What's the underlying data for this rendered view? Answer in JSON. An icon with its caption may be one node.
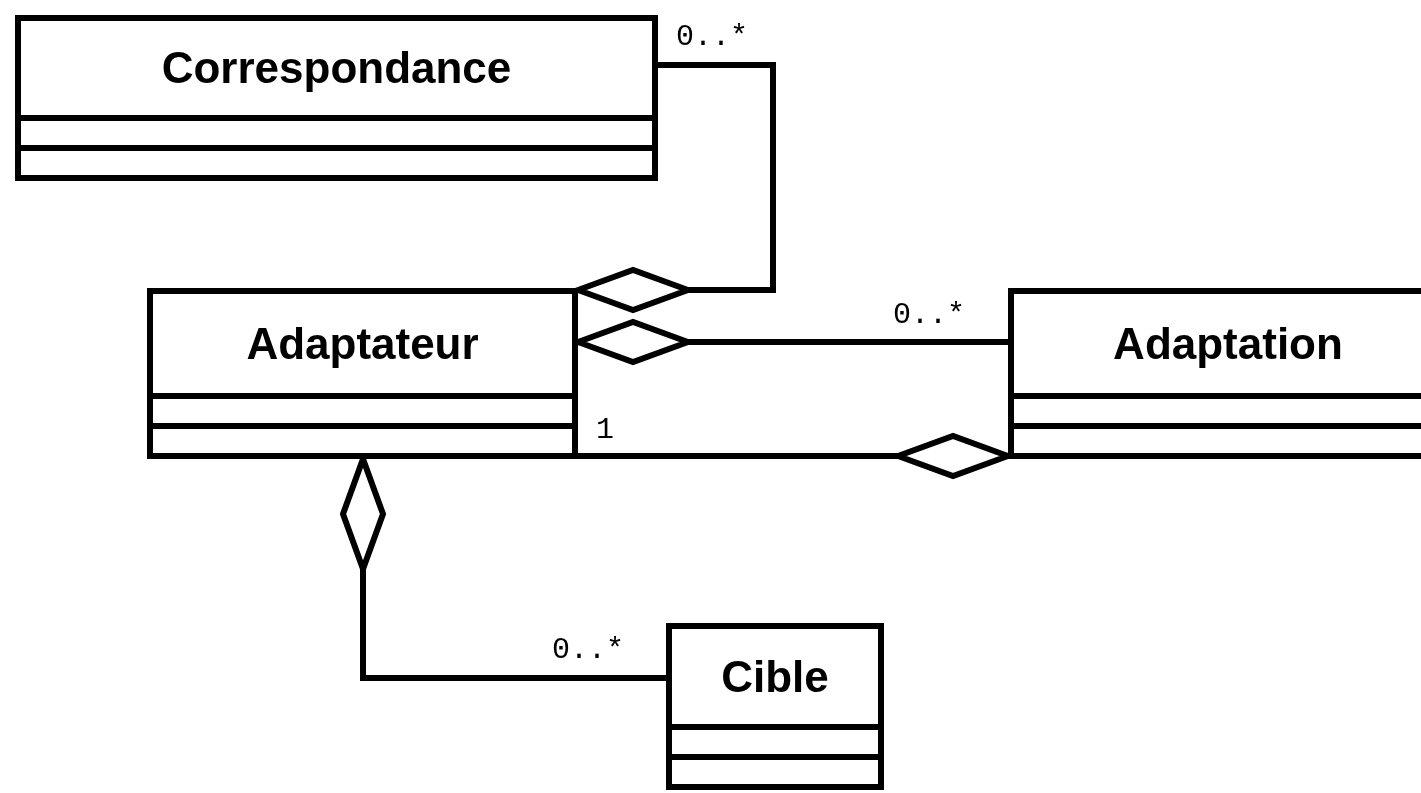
{
  "diagram": {
    "nodes": [
      {
        "text": [
          "Correspondance"
        ]
      },
      {
        "text": [
          "Adaptateur"
        ]
      },
      {
        "text": [
          "Adaptation"
        ]
      },
      {
        "text": [
          "Cible"
        ]
      }
    ],
    "edges": [
      {
        "from": 0,
        "to": 1,
        "arrow": "other",
        "label": "0..*"
      },
      {
        "from": 2,
        "to": 1,
        "arrow": "other",
        "label": "0..*"
      },
      {
        "from": 1,
        "to": 2,
        "arrow": "other",
        "label": "1"
      },
      {
        "from": 3,
        "to": 1,
        "arrow": "other",
        "label": "0..*"
      }
    ]
  }
}
